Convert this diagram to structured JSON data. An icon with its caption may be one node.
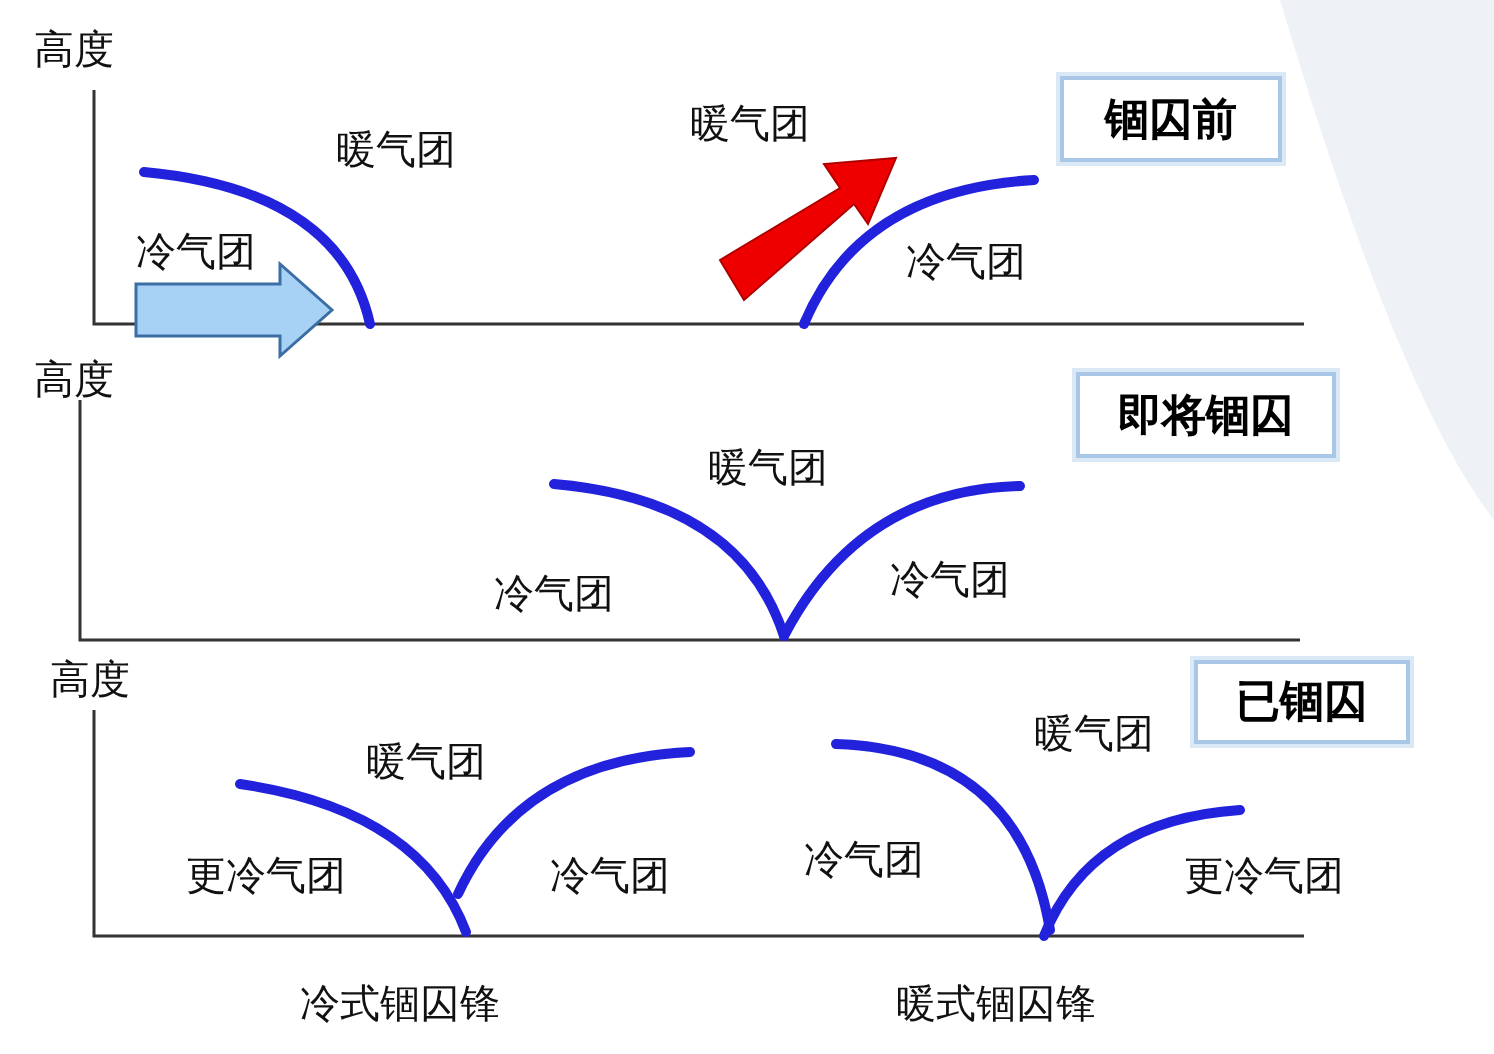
{
  "diagram": {
    "nodes": [
      {
        "text": [
          "锢囚前"
        ]
      },
      {
        "text": [
          "即将锢囚"
        ]
      },
      {
        "text": [
          "已锢囚"
        ]
      }
    ],
    "labels": [
      "高度",
      "暖气团",
      "暖气团",
      "冷气团",
      "冷气团",
      "高度",
      "暖气团",
      "冷气团",
      "冷气团",
      "高度",
      "暖气团",
      "暖气团",
      "冷气团",
      "更冷气团",
      "冷气团",
      "更冷气团",
      "冷式锢囚锋",
      "暖式锢囚锋"
    ]
  }
}
